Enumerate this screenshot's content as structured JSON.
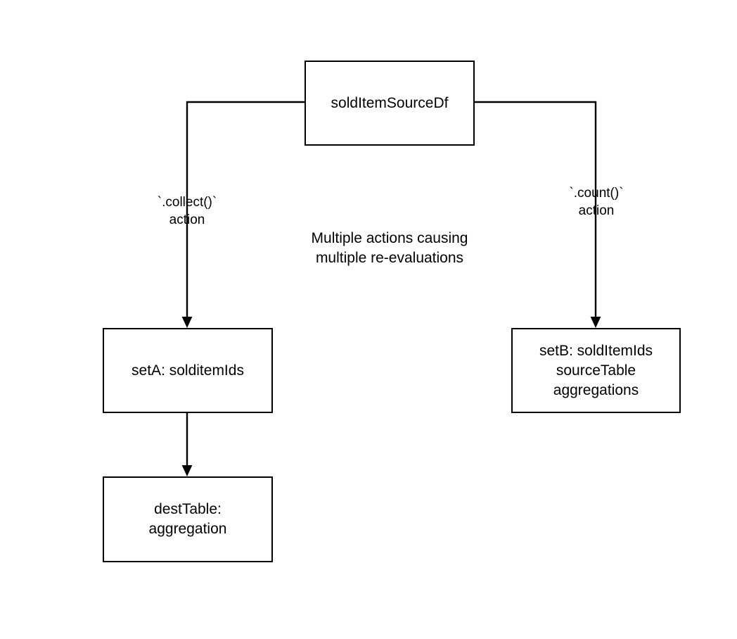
{
  "diagram": {
    "title_caption": "Multiple actions causing\nmultiple re-evaluations",
    "background_color": "#ffffff",
    "stroke_color": "#000000",
    "nodes": [
      {
        "id": "source",
        "label": "soldItemSourceDf"
      },
      {
        "id": "setA",
        "label": "setA: solditemIds"
      },
      {
        "id": "setB",
        "label": "setB: soldItemIds\nsourceTable\naggregations"
      },
      {
        "id": "destTable",
        "label": "destTable:\naggregation"
      }
    ],
    "edges": [
      {
        "id": "source-to-setA",
        "label": "`.collect()`\naction",
        "from": "source",
        "to": "setA"
      },
      {
        "id": "source-to-setB",
        "label": "`.count()`\naction",
        "from": "source",
        "to": "setB"
      },
      {
        "id": "setA-to-destTable",
        "label": "",
        "from": "setA",
        "to": "destTable"
      }
    ]
  }
}
